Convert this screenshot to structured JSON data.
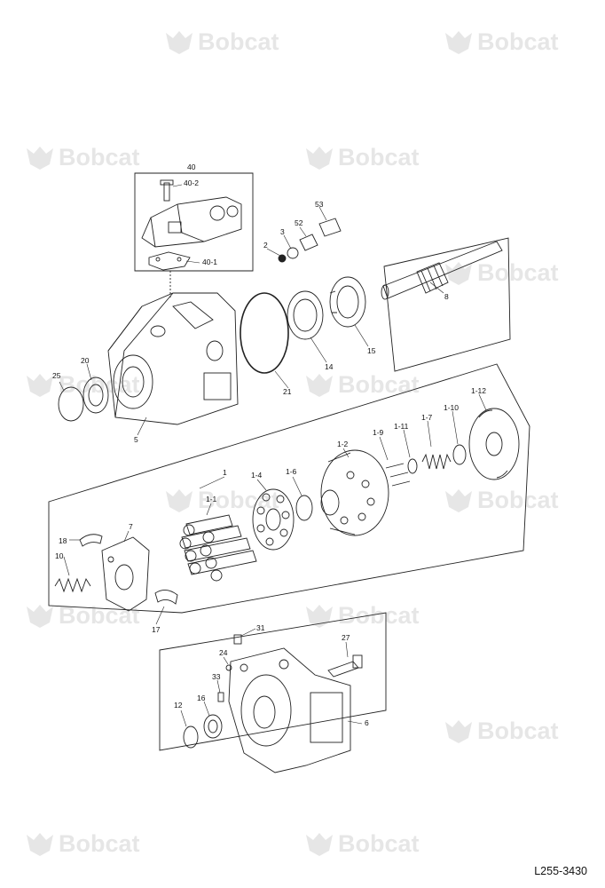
{
  "watermark": {
    "text": "Bobcat",
    "color": "#7a7a7a"
  },
  "figure_code": "L255-3430",
  "callouts": {
    "c40": "40",
    "c40_2": "40-2",
    "c40_1": "40-1",
    "c53": "53",
    "c52": "52",
    "c3": "3",
    "c2": "2",
    "c8": "8",
    "c15": "15",
    "c14": "14",
    "c21": "21",
    "c25": "25",
    "c20": "20",
    "c5": "5",
    "c1": "1",
    "c1_1": "1-1",
    "c1_4": "1-4",
    "c1_6": "1-6",
    "c1_2": "1-2",
    "c1_9": "1-9",
    "c1_11": "1-11",
    "c1_7": "1-7",
    "c1_10": "1-10",
    "c1_12": "1-12",
    "c18": "18",
    "c7": "7",
    "c10": "10",
    "c17": "17",
    "c31": "31",
    "c27": "27",
    "c24": "24",
    "c33": "33",
    "c16": "16",
    "c12": "12",
    "c6": "6"
  }
}
